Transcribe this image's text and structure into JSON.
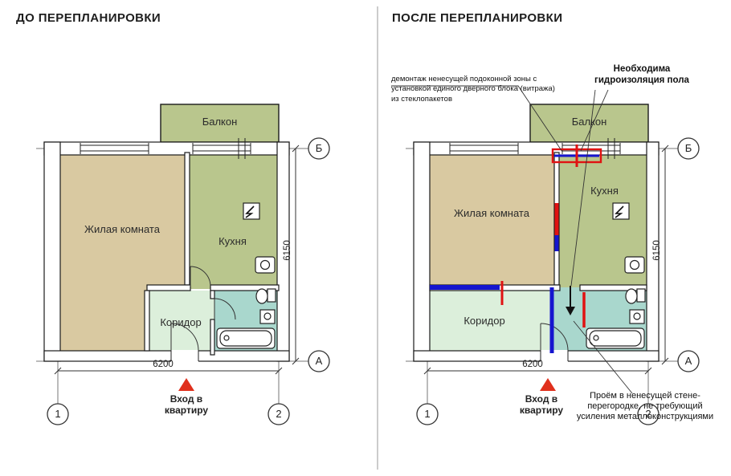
{
  "titles": {
    "before": "ДО ПЕРЕПЛАНИРОВКИ",
    "after": "ПОСЛЕ ПЕРЕПЛАНИРОВКИ"
  },
  "rooms": {
    "balcony": "Балкон",
    "living": "Жилая комната",
    "kitchen": "Кухня",
    "corridor": "Коридор"
  },
  "dimensions": {
    "width": "6200",
    "height": "6150"
  },
  "entrance": {
    "label": "Вход в квартиру"
  },
  "axes": {
    "top_row": "Б",
    "bottom_row": "А",
    "left_col": "1",
    "right_col": "2"
  },
  "annotations": {
    "demolition": "демонтаж ненесущей подоконной зоны с установкой единого дверного блока (витража) из стеклопакетов",
    "waterproofing": "Необходима гидроизоляция пола",
    "opening": "Проём в ненесущей стене-перегородке, не требующий усиления металлоконструкциями"
  },
  "colors": {
    "living_room": "#d9c9a1",
    "kitchen_balcony": "#b9c68d",
    "corridor": "#dcefdb",
    "bathroom": "#a9d7cd",
    "demolished_red": "#e01212",
    "new_wall_blue": "#1515cf",
    "entrance_marker_red": "#e0301d"
  }
}
